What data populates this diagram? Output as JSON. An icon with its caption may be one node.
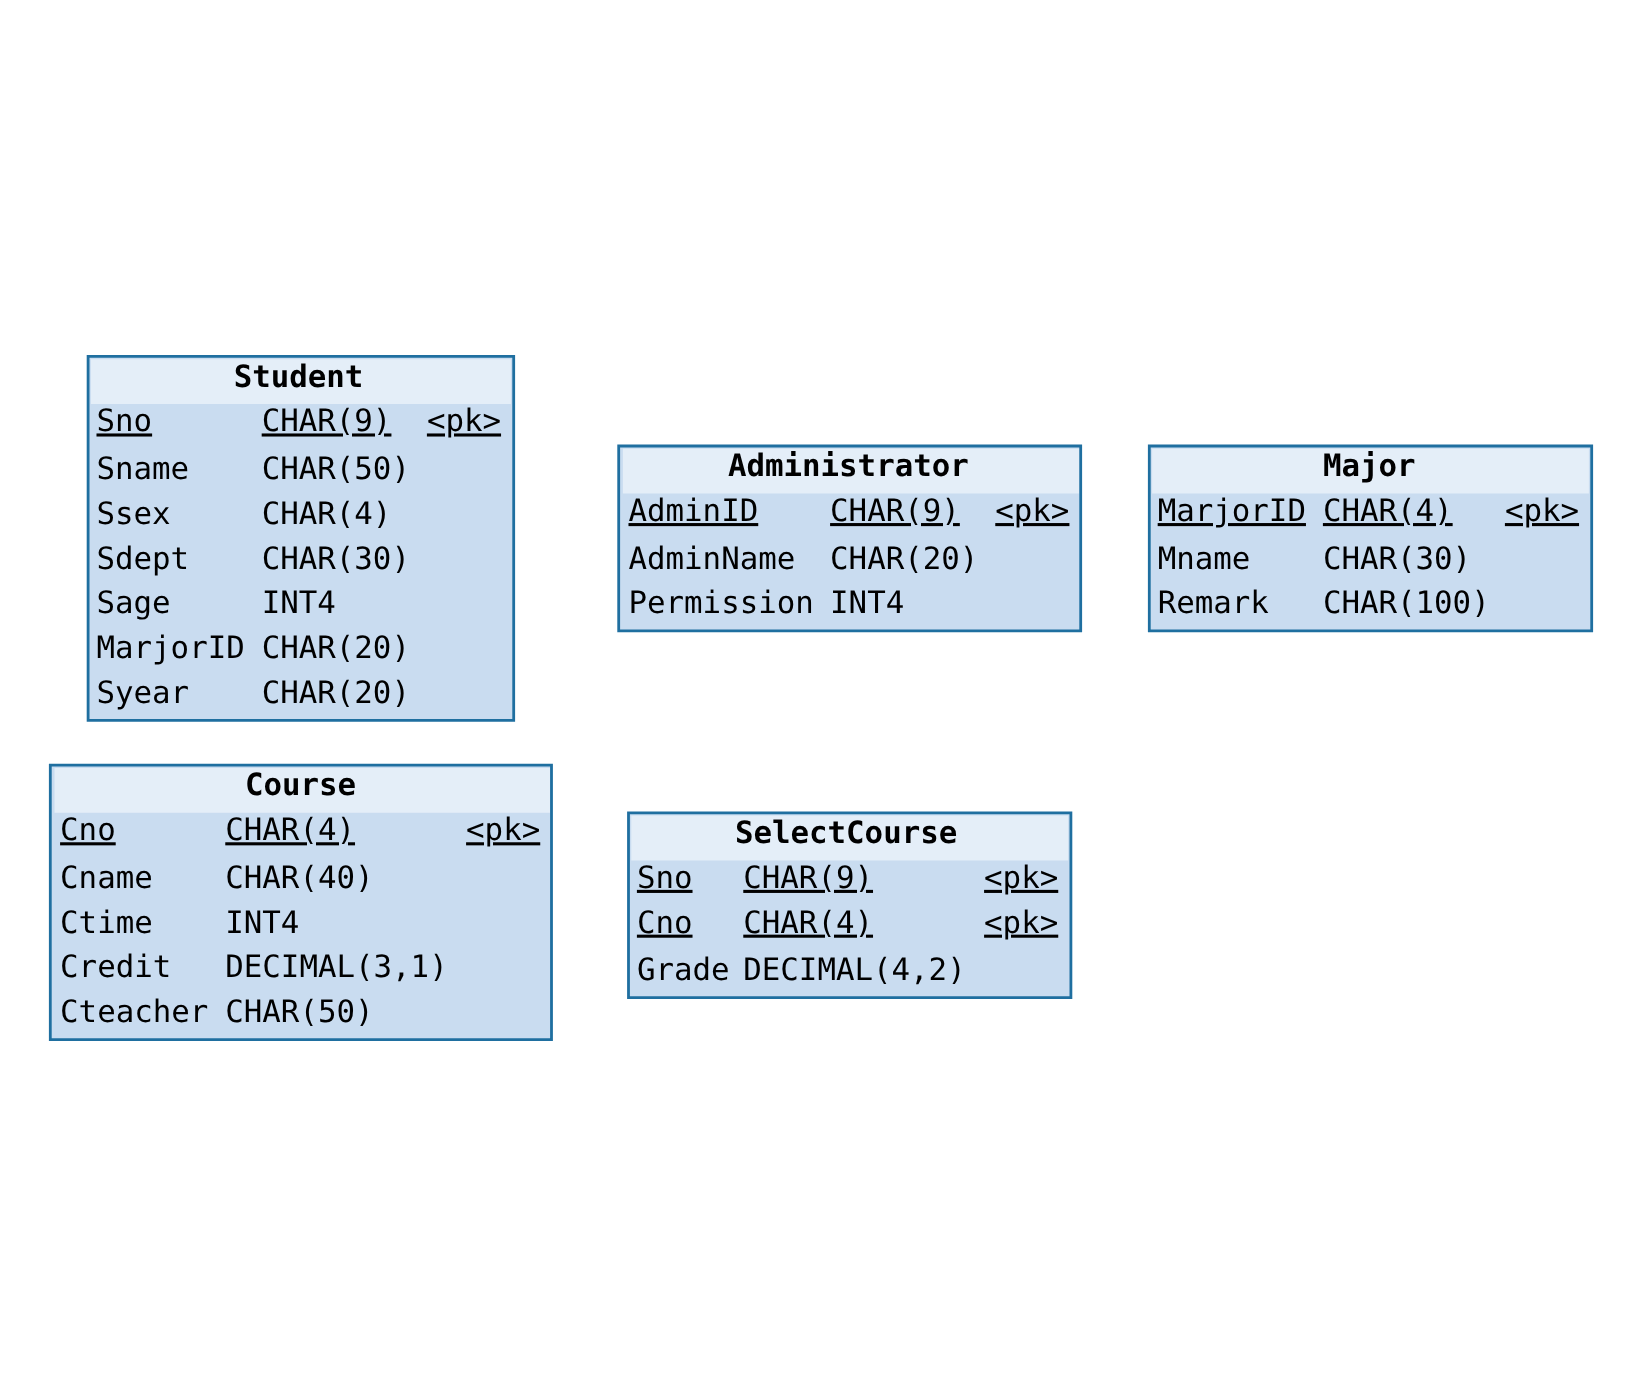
{
  "diagram": {
    "nodes": [
      {
        "text": [
          "Student",
          "Sno CHAR(9) <pk>",
          "Sname CHAR(50)",
          "Ssex CHAR(4)",
          "Sdept CHAR(30)",
          "Sage INT4",
          "MarjorID CHAR(20)",
          "Syear CHAR(20)"
        ]
      },
      {
        "text": [
          "Course",
          "Cno CHAR(4) <pk>",
          "Cname CHAR(40)",
          "Ctime INT4",
          "Credit DECIMAL(3,1)",
          "Cteacher CHAR(50)"
        ]
      },
      {
        "text": [
          "SelectCourse",
          "Sno CHAR(9) <pk>",
          "Cno CHAR(4) <pk>",
          "Grade DECIMAL(4,2)"
        ]
      },
      {
        "text": [
          "Major",
          "MarjorID CHAR(4) <pk>",
          "Mname CHAR(30)",
          "Remark CHAR(100)"
        ]
      },
      {
        "text": [
          "Administrator",
          "AdminID CHAR(9) <pk>",
          "AdminName CHAR(20)",
          "Permission INT4"
        ]
      }
    ],
    "edges": []
  }
}
